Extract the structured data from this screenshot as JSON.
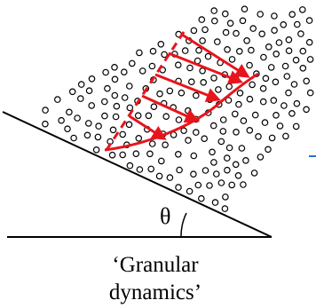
{
  "diagram": {
    "angle_symbol": "θ",
    "caption_line1": "‘Granular",
    "caption_line2": "dynamics’",
    "colors": {
      "ink": "#000000",
      "velocity_profile": "#e8141c",
      "edge_mark": "#2a6fd6",
      "background": "#ffffff"
    },
    "particle_symbol": "open-circle"
  }
}
